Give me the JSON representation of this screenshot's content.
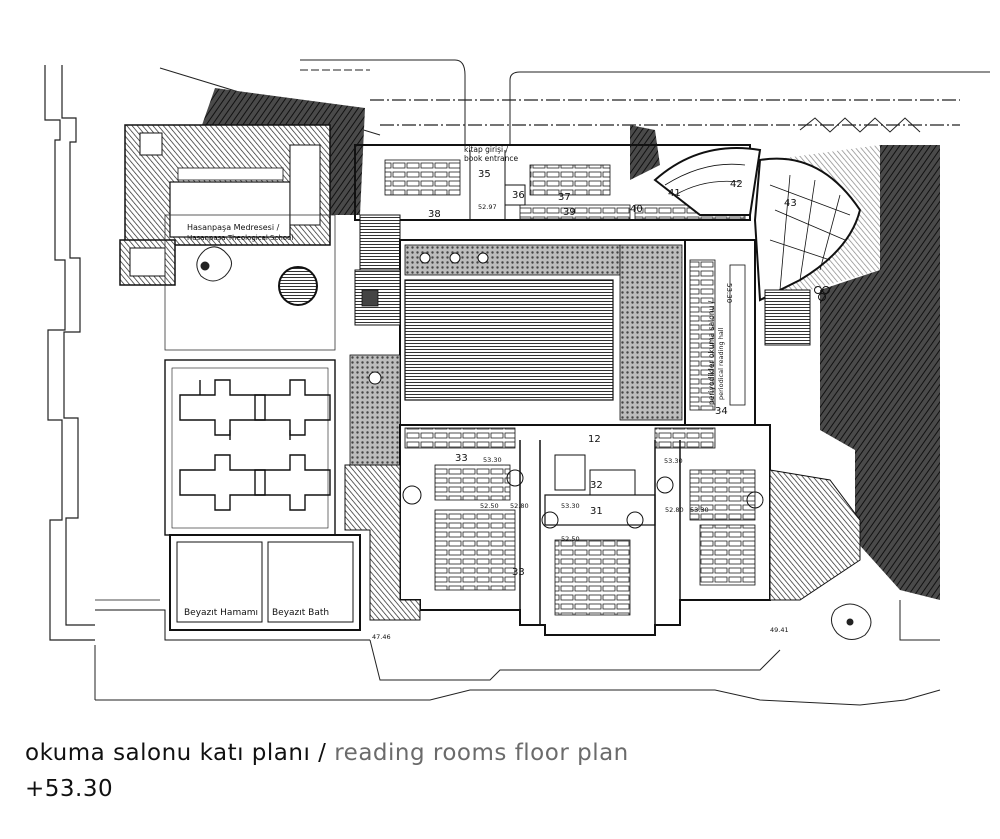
{
  "labels": {
    "kitap_girisi": "kitap girişi /",
    "book_entrance": "book entrance",
    "medrese_tr": "Hasanpaşa Medresesi /",
    "medrese_en": "Hasanpaşa Theological School",
    "hamam_tr": "Beyazıt Hamamı",
    "bath_en": "Beyazıt Bath",
    "periodic_tr": "periyodikler okuma salonu /",
    "periodic_en": "periodical reading hall"
  },
  "room_numbers": [
    "12",
    "31",
    "32",
    "33",
    "33",
    "34",
    "35",
    "36",
    "37",
    "38",
    "39",
    "40",
    "41",
    "42",
    "43"
  ],
  "elevations": [
    "52.97",
    "53.30",
    "53.30",
    "53.30",
    "53.30",
    "52.50",
    "52.80",
    "52.80",
    "53.30",
    "52.50",
    "47.46",
    "49.41"
  ],
  "caption": {
    "title_tr": "okuma salonu katı planı /",
    "title_en": " reading rooms floor plan",
    "level": "+53.30"
  },
  "colors": {
    "ink": "#111111",
    "secondary_text": "#6b6b6b",
    "hatch": "#2b2b2b"
  }
}
